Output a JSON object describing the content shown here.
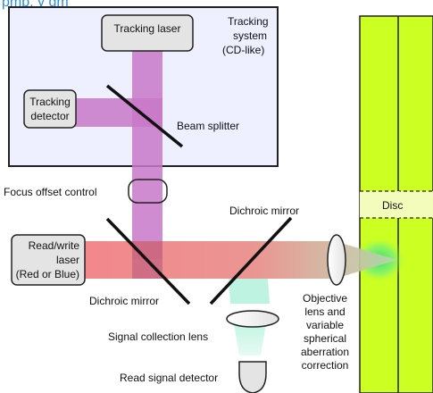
{
  "header_fragment": "pmp, y gm",
  "tracking_system_label": [
    "Tracking",
    "system",
    "(CD-like)"
  ],
  "tracking_laser_label": "Tracking laser",
  "tracking_detector_label": [
    "Tracking",
    "detector"
  ],
  "beam_splitter_label": "Beam splitter",
  "focus_offset_label": "Focus offset control",
  "dichroic_mirror_upper_label": "Dichroic mirror",
  "dichroic_mirror_lower_label": "Dichroic mirror",
  "read_write_laser_label": [
    "Read/write",
    "laser",
    "(Red or Blue)"
  ],
  "disc_label": "Disc",
  "objective_label": [
    "Objective",
    "lens and",
    "variable",
    "spherical",
    "aberration",
    "correction"
  ],
  "signal_collection_label": "Signal collection lens",
  "read_signal_detector_label": "Read signal detector",
  "colors": {
    "tracking_panel_fill": "#eef0ff",
    "disc": "#ccff22",
    "tracking_beam": "#c878c8",
    "read_beam": "#ec7d80",
    "signal_beam": "#aaf0d8",
    "header_text": "#2a8fd8"
  }
}
